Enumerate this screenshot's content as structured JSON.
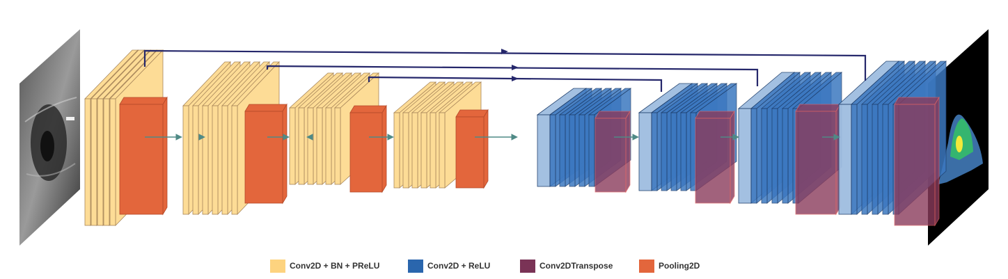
{
  "legend": [
    {
      "label": "Conv2D + BN + PReLU",
      "color": "#fdd37f"
    },
    {
      "label": "Conv2D + ReLU",
      "color": "#2a66ad"
    },
    {
      "label": "Conv2DTranspose",
      "color": "#7a3356"
    },
    {
      "label": "Pooling2D",
      "color": "#e3663c"
    }
  ],
  "colors": {
    "encoder_fill": "#fddc96",
    "encoder_edge": "#a8865a",
    "pool_fill": "#e3663c",
    "decoder_fill": "#3c78c0",
    "decoder_light": "#9fbde0",
    "decoder_edge": "#1d3d6a",
    "transpose_fill": "#8a3b5c",
    "transpose_edge": "#e06060",
    "skip_line": "#25276b",
    "flow_arrow": "#4f8a86"
  },
  "input_image": "eye-infrared-image",
  "output_image": "segmentation-mask-image"
}
